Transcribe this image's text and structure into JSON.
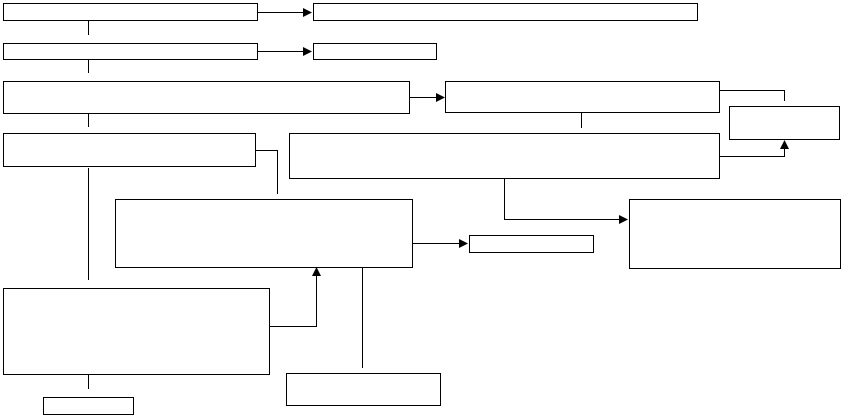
{
  "diagram": {
    "type": "flowchart",
    "boxes": [
      {
        "id": "box-1",
        "label": ""
      },
      {
        "id": "box-2",
        "label": ""
      },
      {
        "id": "box-3",
        "label": ""
      },
      {
        "id": "box-4",
        "label": ""
      },
      {
        "id": "box-5",
        "label": ""
      },
      {
        "id": "box-6",
        "label": ""
      },
      {
        "id": "box-7",
        "label": ""
      },
      {
        "id": "box-8",
        "label": ""
      },
      {
        "id": "box-9",
        "label": ""
      },
      {
        "id": "box-10",
        "label": ""
      },
      {
        "id": "box-11",
        "label": ""
      },
      {
        "id": "box-12",
        "label": ""
      },
      {
        "id": "box-13",
        "label": ""
      },
      {
        "id": "box-14",
        "label": ""
      },
      {
        "id": "box-15",
        "label": ""
      }
    ],
    "connections": [
      {
        "from": "box-1",
        "to": "box-2",
        "arrow": true
      },
      {
        "from": "box-1",
        "to": "box-3",
        "arrow": false
      },
      {
        "from": "box-3",
        "to": "box-4",
        "arrow": true
      },
      {
        "from": "box-3",
        "to": "box-5",
        "arrow": false
      },
      {
        "from": "box-5",
        "to": "box-6",
        "arrow": true
      },
      {
        "from": "box-5",
        "to": "box-9",
        "arrow": false
      },
      {
        "from": "box-6",
        "to": "box-8",
        "arrow": false
      },
      {
        "from": "box-6",
        "to": "box-7",
        "arrow": false
      },
      {
        "from": "box-8",
        "to": "box-7",
        "arrow": true
      },
      {
        "from": "box-8",
        "to": "box-10",
        "arrow": true
      },
      {
        "from": "box-9",
        "to": "box-11",
        "arrow": false
      },
      {
        "from": "box-9",
        "to": "box-13",
        "arrow": false
      },
      {
        "from": "box-13",
        "to": "box-11",
        "arrow": true
      },
      {
        "from": "box-11",
        "to": "box-12",
        "arrow": true
      },
      {
        "from": "box-11",
        "to": "box-14",
        "arrow": false
      },
      {
        "from": "box-13",
        "to": "box-15",
        "arrow": false
      }
    ]
  }
}
